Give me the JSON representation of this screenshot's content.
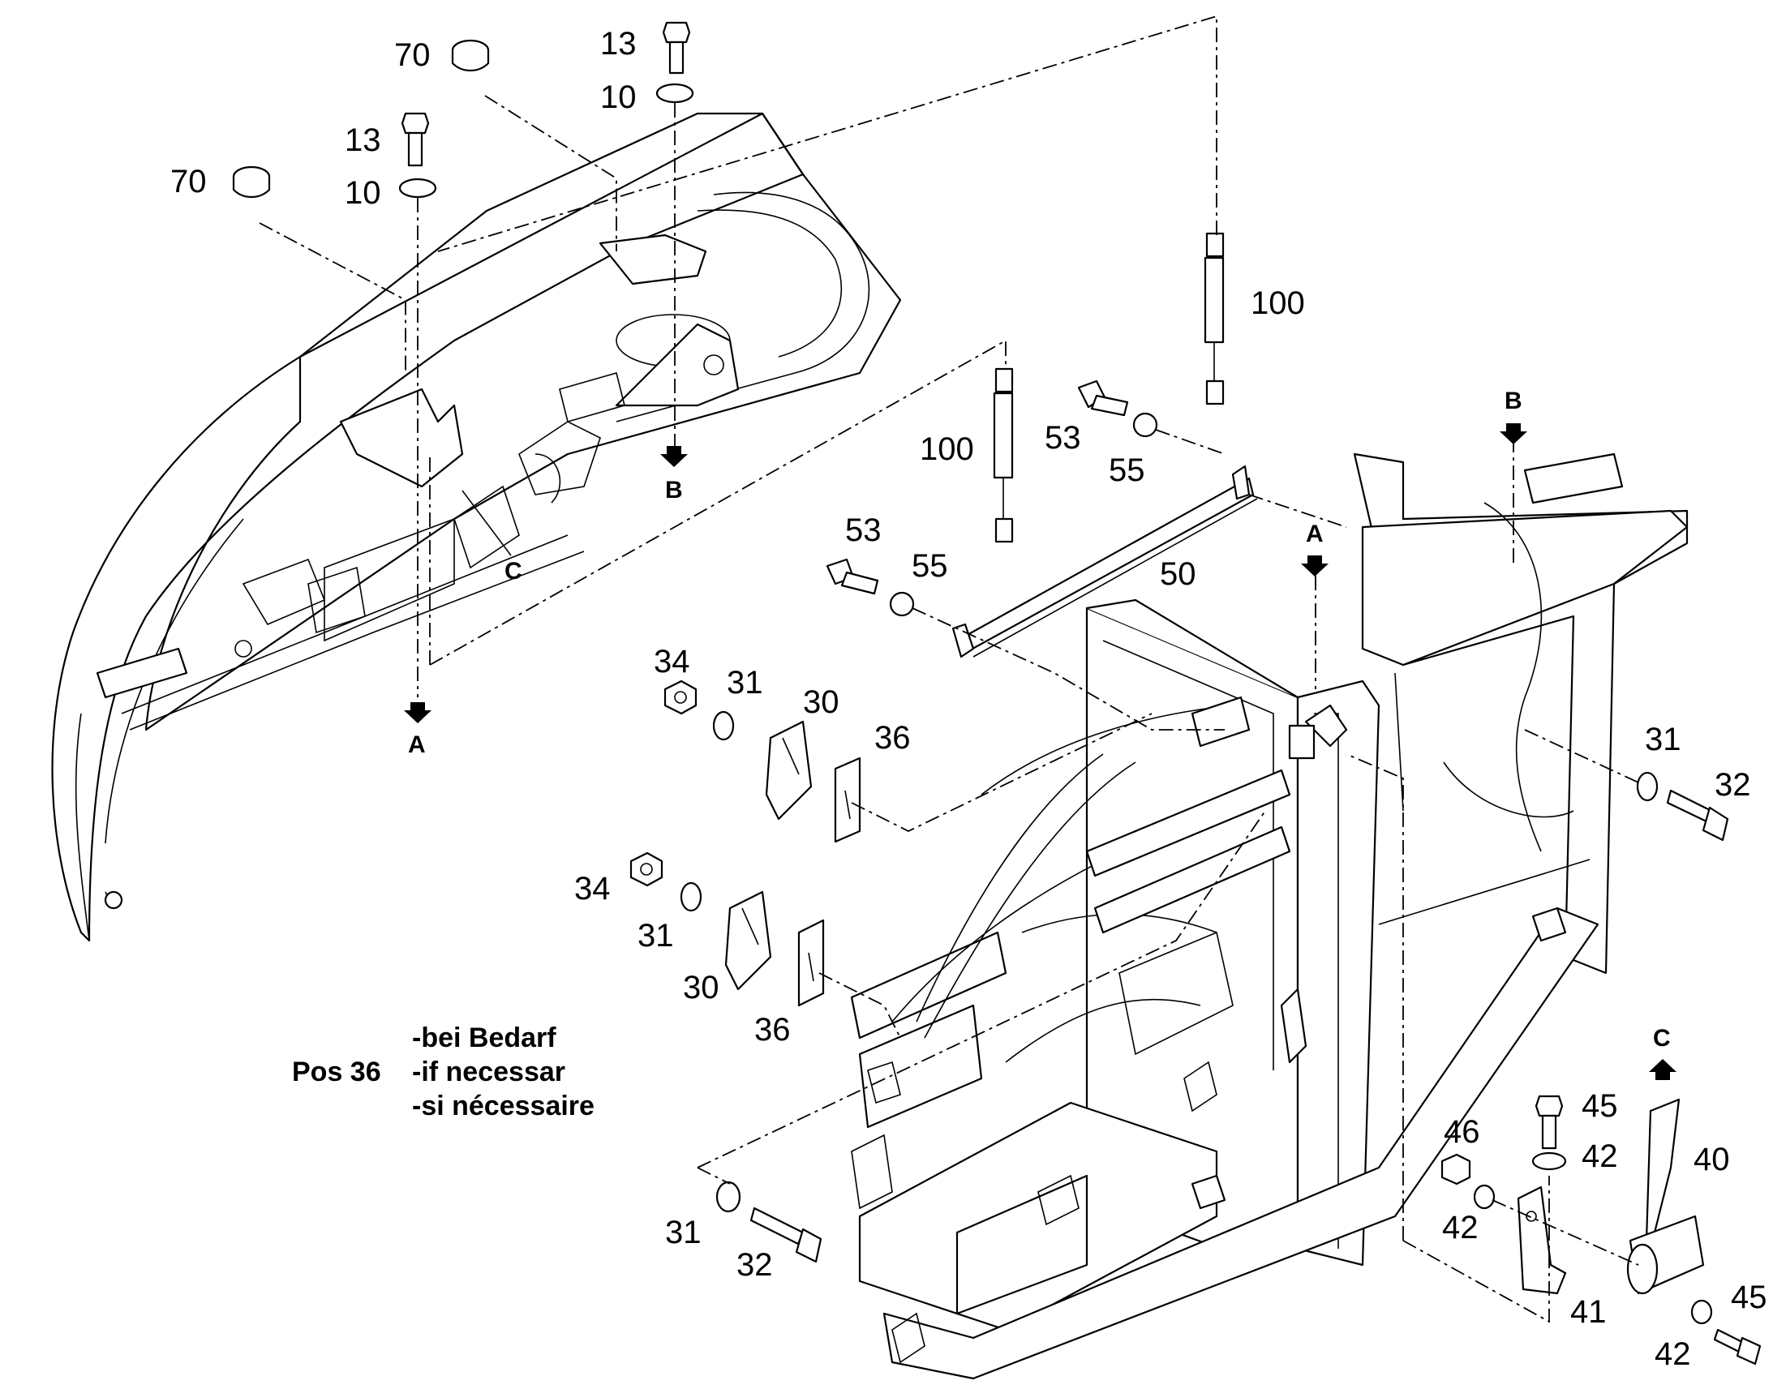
{
  "callouts": {
    "p70_top": "70",
    "p13_top": "13",
    "p10_top": "10",
    "p13_mid": "13",
    "p70_left": "70",
    "p10_mid": "10",
    "p100_right": "100",
    "p100_left": "100",
    "p53_right": "53",
    "p55_right": "55",
    "p53_left": "53",
    "p55_left": "55",
    "p50": "50",
    "p34_upper": "34",
    "p31_upper": "31",
    "p30_upper": "30",
    "p36_upper": "36",
    "p34_lower": "34",
    "p31_lower": "31",
    "p30_lower": "30",
    "p36_lower": "36",
    "p31_right": "31",
    "p32_right": "32",
    "p31_bottom": "31",
    "p32_bottom": "32",
    "p46": "46",
    "p45_upper": "45",
    "p42_upper": "42",
    "p40": "40",
    "p42_mid": "42",
    "p41": "41",
    "p42_lower": "42",
    "p45_lower": "45"
  },
  "refs": {
    "a_left": "A",
    "b_left": "B",
    "c_left": "C",
    "a_frame": "A",
    "b_frame": "B",
    "c_bottom": "C"
  },
  "note": {
    "pos": "Pos 36",
    "line_de": "-bei Bedarf",
    "line_en": "-if necessar",
    "line_fr": "-si nécessaire"
  }
}
